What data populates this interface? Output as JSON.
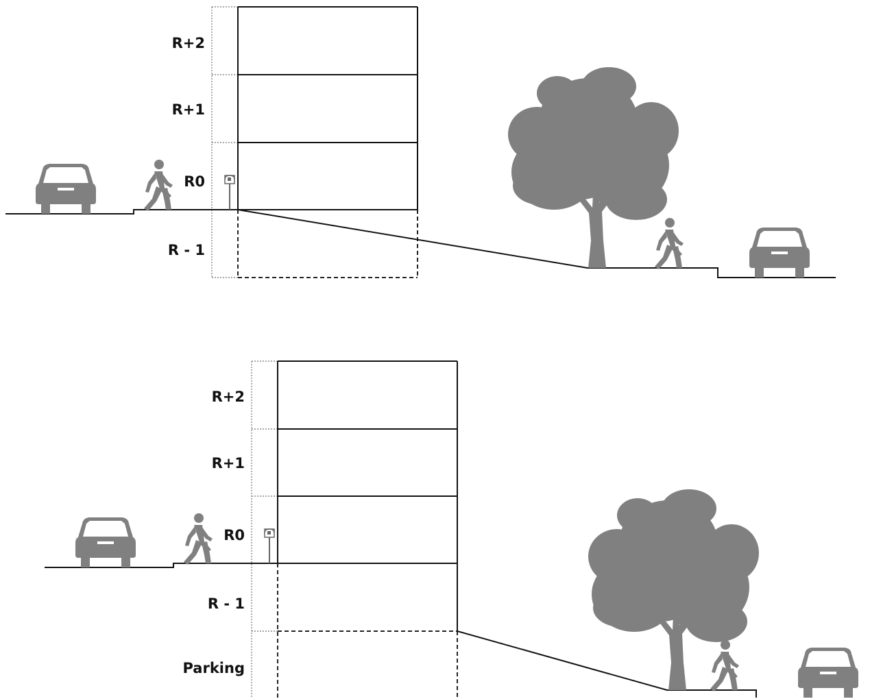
{
  "sections": [
    {
      "id": "top",
      "floors": [
        "R+2",
        "R+1",
        "R0",
        "R - 1"
      ]
    },
    {
      "id": "bottom",
      "floors": [
        "R+2",
        "R+1",
        "R0",
        "R - 1",
        "Parking"
      ]
    }
  ],
  "icons": [
    "car-icon",
    "pedestrian-icon",
    "mailbox-icon",
    "tree-icon"
  ],
  "colors": {
    "line": "#111111",
    "silhouette": "#808080",
    "dotted": "#888888"
  }
}
